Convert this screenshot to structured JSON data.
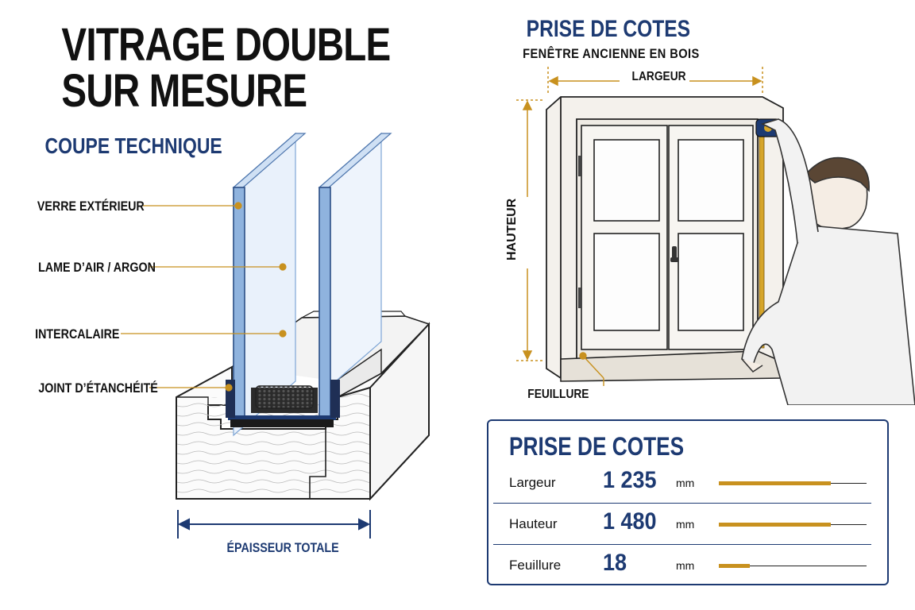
{
  "left": {
    "title_line1": "VITRAGE DOUBLE",
    "title_line2": "SUR MESURE",
    "subtitle": "COUPE TECHNIQUE",
    "labels": {
      "outer_glass": "VERRE EXTÉRIEUR",
      "air_gap": "LAME D’AIR / ARGON",
      "spacer": "INTERCALAIRE",
      "seal": "JOINT D’ÉTANCHÉITÉ",
      "thickness": "ÉPAISSEUR TOTALE"
    }
  },
  "right": {
    "title": "PRISE DE COTES",
    "subtitle": "FENÊTRE ANCIENNE EN BOIS",
    "dim_width": "LARGEUR",
    "dim_height": "HAUTEUR",
    "dim_rebate": "FEUILLURE"
  },
  "panel": {
    "title": "PRISE DE COTES",
    "rows": [
      {
        "name": "Largeur",
        "value": "1 235",
        "unit": "mm",
        "fill_fraction": 0.76
      },
      {
        "name": "Hauteur",
        "value": "1 480",
        "unit": "mm",
        "fill_fraction": 0.76
      },
      {
        "name": "Feuillure",
        "value": "18",
        "unit": "mm",
        "fill_fraction": 0.21
      }
    ]
  },
  "colors": {
    "navy": "#1d3a72",
    "gold": "#c8911f",
    "glass": "#7fa6d6"
  }
}
